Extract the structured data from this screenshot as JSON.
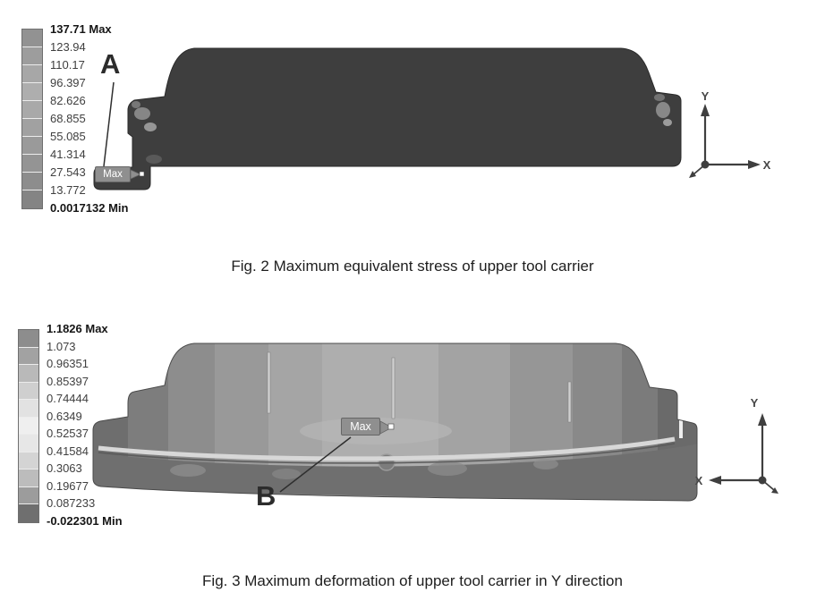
{
  "figure2": {
    "caption": "Fig. 2 Maximum equivalent stress of upper tool carrier",
    "annotation": {
      "letter": "A",
      "max_label": "Max"
    },
    "axes": {
      "x_label": "X",
      "y_label": "Y"
    },
    "legend": {
      "values": [
        "137.71 Max",
        "123.94",
        "110.17",
        "96.397",
        "82.626",
        "68.855",
        "55.085",
        "41.314",
        "27.543",
        "13.772",
        "0.0017132 Min"
      ],
      "colors": [
        "#929292",
        "#9d9d9d",
        "#a7a7a7",
        "#aeaeae",
        "#a9a9a9",
        "#a1a1a1",
        "#9a9a9a",
        "#949494",
        "#8d8d8d",
        "#848484"
      ]
    }
  },
  "figure3": {
    "caption": "Fig. 3 Maximum deformation of upper tool carrier in Y direction",
    "annotation": {
      "letter": "B",
      "max_label": "Max"
    },
    "axes": {
      "x_label": "X",
      "y_label": "Y"
    },
    "legend": {
      "values": [
        "1.1826 Max",
        "1.073",
        "0.96351",
        "0.85397",
        "0.74444",
        "0.6349",
        "0.52537",
        "0.41584",
        "0.3063",
        "0.19677",
        "0.087233",
        "-0.022301 Min"
      ],
      "colors": [
        "#8d8d8d",
        "#a2a2a2",
        "#b9b9b9",
        "#cfcfcf",
        "#e2e2e2",
        "#efefef",
        "#e7e7e7",
        "#d4d4d4",
        "#bcbcbc",
        "#9c9c9c",
        "#6f6f6f"
      ]
    }
  },
  "chart_data": [
    {
      "type": "heatmap",
      "title": "Fig. 2 Maximum equivalent stress of upper tool carrier",
      "legend_values": [
        137.71,
        123.94,
        110.17,
        96.397,
        82.626,
        68.855,
        55.085,
        41.314,
        27.543,
        13.772,
        0.0017132
      ],
      "max": 137.71,
      "min": 0.0017132,
      "max_location_label": "A",
      "legend_position": "left"
    },
    {
      "type": "heatmap",
      "title": "Fig. 3 Maximum deformation of upper tool carrier in Y direction",
      "legend_values": [
        1.1826,
        1.073,
        0.96351,
        0.85397,
        0.74444,
        0.6349,
        0.52537,
        0.41584,
        0.3063,
        0.19677,
        0.087233,
        -0.022301
      ],
      "max": 1.1826,
      "min": -0.022301,
      "max_location_label": "B",
      "legend_position": "left"
    }
  ]
}
